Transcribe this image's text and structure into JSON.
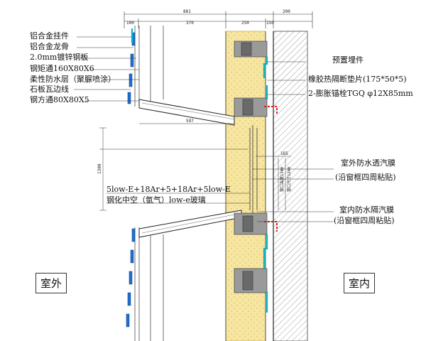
{
  "top_dimensions": {
    "overall": "881",
    "right": "200",
    "a": "100",
    "b": "370",
    "c": "250",
    "d": "150"
  },
  "inner_dimensions": {
    "slab_width": "597",
    "glass_zone": "1300",
    "right_small": "165",
    "vert_a": "窗口高度1300",
    "vert_b": "窗口尺寸1240"
  },
  "left_labels": [
    "铝合金挂件",
    "铝合金龙骨",
    "2.0mm镀锌钢板",
    "钢矩通160X80X6",
    "柔性防水层（聚脲喷涂）",
    "石板瓦边线",
    "钢方通80X80X5"
  ],
  "right_labels_top": [
    "预置埋件",
    "橡胶热隔断垫片(175*50*5)",
    "2-膨胀锚栓TGQ  φ12X85mm"
  ],
  "membrane_out": {
    "line1": "室外防水透汽膜",
    "line2": "(沿窗框四周粘贴)"
  },
  "membrane_in": {
    "line1": "室内防水隔汽膜",
    "line2": "(沿窗框四周粘贴)"
  },
  "glass_labels": {
    "line1": "5low-E+18Ar+5+18Ar+5low-E",
    "line2": "钢化中空（氩气）low-e玻璃"
  },
  "zones": {
    "outside": "室外",
    "inside": "室内"
  },
  "colors": {
    "insulation": "#f6e6a2",
    "insulation_dot": "#e2c766",
    "wall_hatch": "#777777",
    "cyan": "#00b7c9",
    "red": "#e02020",
    "blue_panel": "#1f6fd1",
    "line": "#222222"
  }
}
